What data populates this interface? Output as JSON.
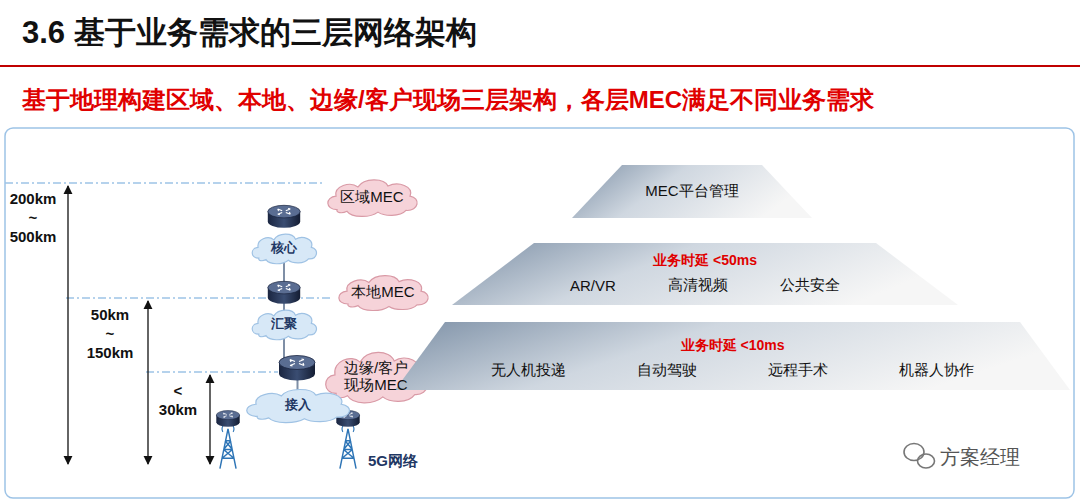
{
  "diagram": {
    "title": "3.6 基于业务需求的三层网络架构",
    "nodes": [
      {
        "text": [
          "区域MEC"
        ]
      },
      {
        "text": [
          "核心"
        ]
      },
      {
        "text": [
          "本地MEC"
        ]
      },
      {
        "text": [
          "汇聚"
        ]
      },
      {
        "text": [
          "边缘/客户 现场MEC"
        ]
      },
      {
        "text": [
          "接入"
        ]
      },
      {
        "text": [
          "MEC平台管理"
        ]
      },
      {
        "text": [
          "业务时延 <50ms",
          "AR/VR",
          "高清视频",
          "公共安全"
        ]
      },
      {
        "text": [
          "业务时延 <10ms",
          "无人机投递",
          "自动驾驶",
          "远程手术",
          "机器人协作"
        ]
      }
    ],
    "edges": [
      {
        "from": 1,
        "to": 3,
        "arrow": "none"
      },
      {
        "from": 3,
        "to": 5,
        "arrow": "none"
      }
    ],
    "labels": [
      "基于地理构建区域、本地、边缘/客户现场三层架构，各层MEC满足不同业务需求",
      "200km ~ 500km",
      "50km ~ 150km",
      "< 30km",
      "5G网络",
      "方案经理"
    ]
  }
}
